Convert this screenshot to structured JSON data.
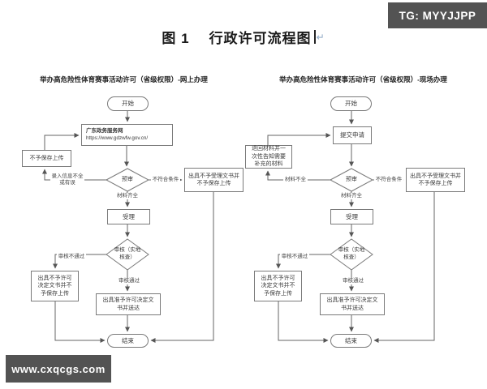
{
  "title": {
    "figure": "图 1",
    "text": "行政许可流程图",
    "return_mark": "↵"
  },
  "watermarks": {
    "top_right": "TG: MYYJJPP",
    "bottom_left": "www.cxqcgs.com"
  },
  "left": {
    "subtitle": "举办高危险性体育赛事活动许可（省级权限）-网上办理",
    "start": "开始",
    "portal_name": "广东政务服务网",
    "portal_url": "https://www.gdzwfw.gov.cn/",
    "no_save": "不予保存上传",
    "pre_review": "预审",
    "label_incomplete": "录入信息不全或有误",
    "label_mismatch": "不符合条件",
    "reject_accept": "出具不予受理文书并不予保存上传",
    "label_complete": "材料齐全",
    "accept": "受理",
    "review": "审核（实地核查）",
    "label_fail": "审核不通过",
    "reject_license": "出具不予许可决定文书并不予保存上传",
    "label_pass": "审核通过",
    "grant": "出具准予许可决定文书并送达",
    "end": "结束"
  },
  "right": {
    "subtitle": "举办高危险性体育赛事活动许可（省级权限）-现场办理",
    "start": "开始",
    "submit": "提交申请",
    "return_materials": "退回材料并一次性告知需要补充的材料",
    "pre_review": "预审",
    "label_incomplete": "材料不全",
    "label_mismatch": "不符合条件",
    "reject_accept": "出具不予受理文书并不予保存上传",
    "label_complete": "材料齐全",
    "accept": "受理",
    "review": "审核（实地核查）",
    "label_fail": "审核不通过",
    "reject_license": "出具不予许可决定文书并不予保存上传",
    "label_pass": "审核通过",
    "grant": "出具准予许可决定文书并送达",
    "end": "结束"
  }
}
